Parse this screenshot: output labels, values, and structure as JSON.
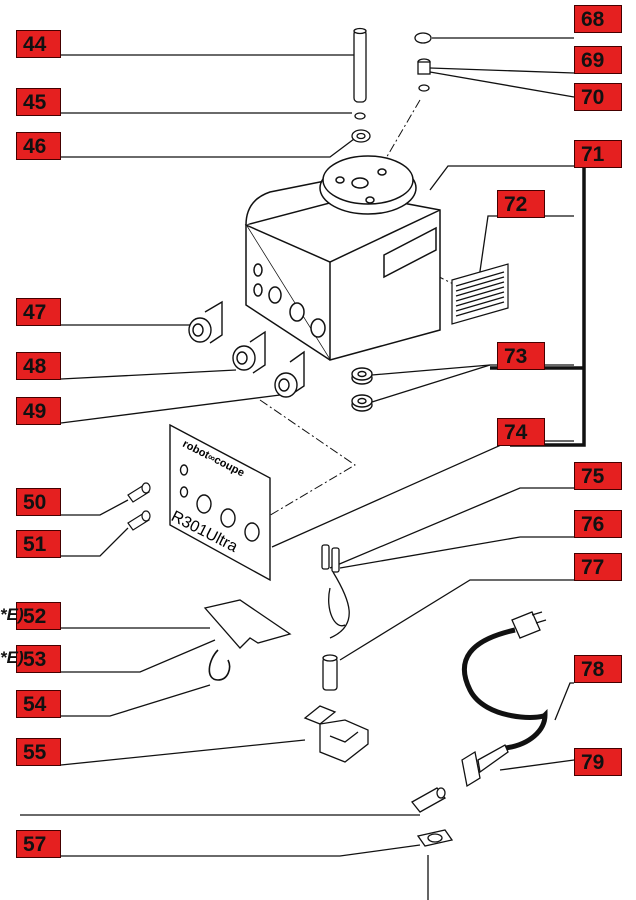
{
  "labels": {
    "p44": "44",
    "p45": "45",
    "p46": "46",
    "p47": "47",
    "p48": "48",
    "p49": "49",
    "p50": "50",
    "p51": "51",
    "p52": "52",
    "p53": "53",
    "p54": "54",
    "p55": "55",
    "p57": "57",
    "p68": "68",
    "p69": "69",
    "p70": "70",
    "p71": "71",
    "p72": "72",
    "p73": "73",
    "p74": "74",
    "p75": "75",
    "p76": "76",
    "p77": "77",
    "p78": "78",
    "p79": "79"
  },
  "side_marks": {
    "m52": "*E)",
    "m53": "*E)"
  },
  "panel": {
    "brand_left": "robot",
    "brand_right": "coupe",
    "model": "R301Ultra"
  },
  "colors": {
    "tag_fill": "#e52020",
    "line": "#111111"
  }
}
